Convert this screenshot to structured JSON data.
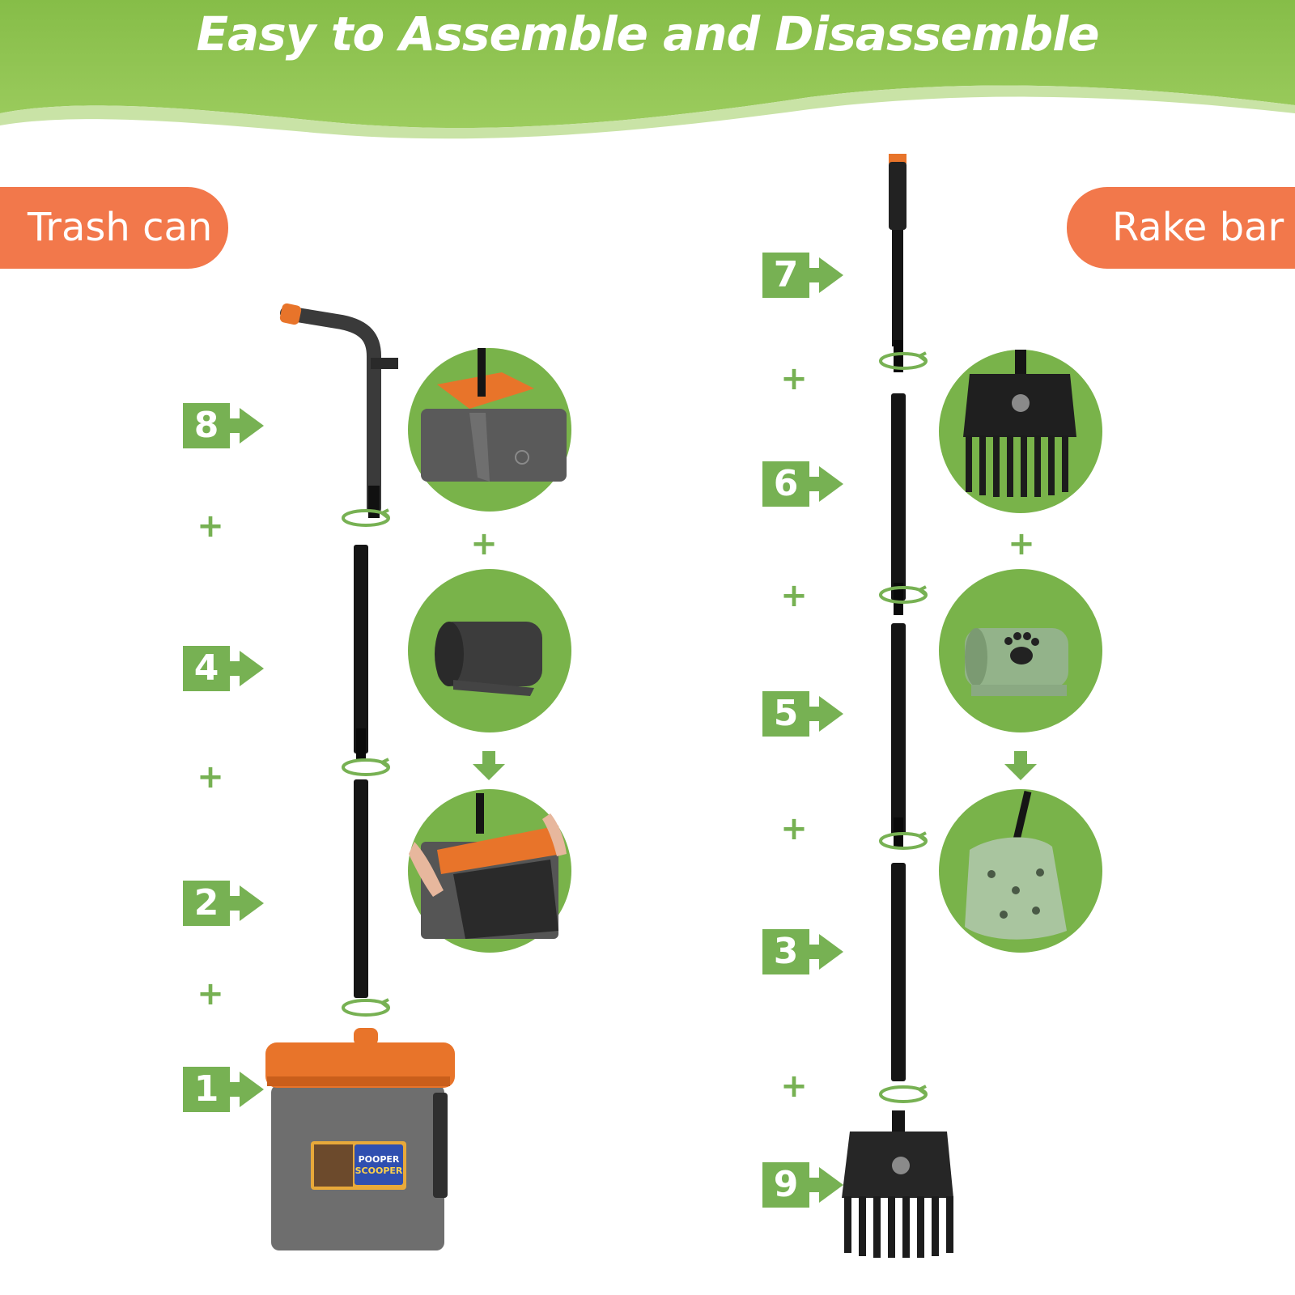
{
  "banner": {
    "title": "Easy to Assemble and Disassemble",
    "color": "#8bc04f"
  },
  "sections": {
    "left_label": "Trash can",
    "right_label": "Rake bar"
  },
  "colors": {
    "accent_green": "#77b153",
    "orange": "#f2784b",
    "pole": "#1a1a1a",
    "bin_grey": "#6b6b6b"
  },
  "steps": {
    "left": [
      "8",
      "4",
      "2",
      "1"
    ],
    "right": [
      "7",
      "6",
      "5",
      "3",
      "9"
    ]
  },
  "plus_sign": "+",
  "product_label": {
    "line1": "POOPER",
    "line2": "SCOOPER"
  },
  "icons": {
    "connector": "twist-lock-icon",
    "down_arrow": "arrow-down-icon",
    "step_arrow": "arrow-right-icon"
  }
}
